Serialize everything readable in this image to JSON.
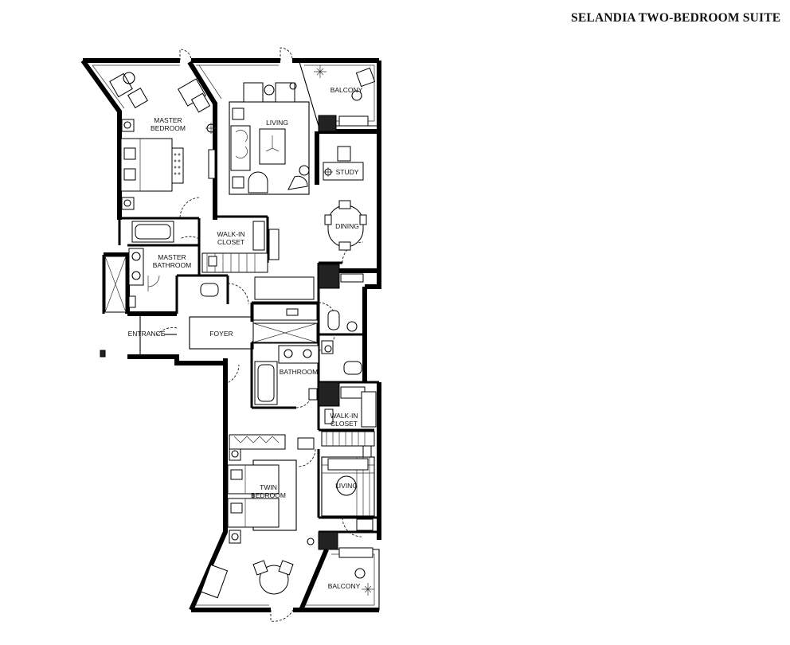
{
  "title": "SELANDIA TWO-BEDROOM SUITE",
  "rooms": {
    "master_bedroom": [
      "MASTER",
      "BEDROOM"
    ],
    "living": "LIVING",
    "balcony_top": "BALCONY",
    "study": "STUDY",
    "dining": "DINING",
    "walkin_closet_top": [
      "WALK-IN",
      "CLOSET"
    ],
    "master_bathroom": [
      "MASTER",
      "BATHROOM"
    ],
    "entrance": "ENTRANCE",
    "foyer": "FOYER",
    "bathroom": "BATHROOM",
    "walkin_closet_bottom": [
      "WALK-IN",
      "CLOSET"
    ],
    "living_bottom": "LIVING",
    "twin_bedroom": [
      "TWIN",
      "BEDROOM"
    ],
    "balcony_bottom": "BALCONY"
  }
}
